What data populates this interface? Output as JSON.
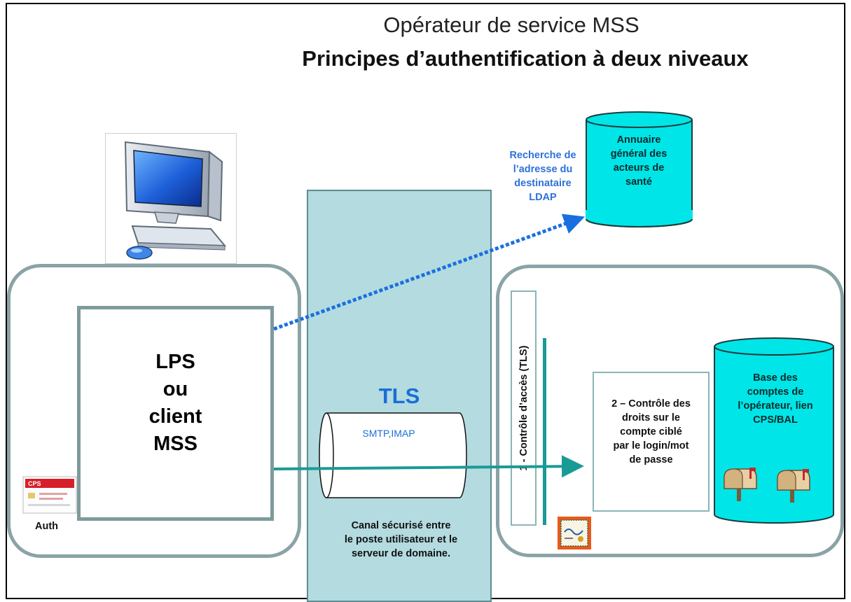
{
  "title": {
    "line1": "Opérateur de service  MSS",
    "line2": "Principes d’authentification à deux niveaux"
  },
  "client": {
    "label_lines": [
      "LPS",
      "ou",
      "client",
      "MSS"
    ],
    "auth_label": "Auth",
    "card_text": "CPS"
  },
  "channel": {
    "title": "TLS",
    "protocols": "SMTP,IMAP",
    "caption_lines": [
      "Canal sécurisé entre",
      "le poste  utilisateur et le",
      "serveur de domaine."
    ]
  },
  "ldap_link": {
    "label_lines": [
      "Recherche de",
      "l’adresse du",
      "destinataire",
      "LDAP"
    ]
  },
  "directory": {
    "label_lines": [
      "Annuaire",
      "général des",
      "acteurs de",
      "santé"
    ]
  },
  "operator": {
    "access_control": "1 - Contrôle d’accès (TLS)",
    "rights_control_lines": [
      "2 – Contrôle des",
      "droits sur le",
      "compte ciblé",
      "par le login/mot",
      "de passe"
    ],
    "accounts_db_lines": [
      "Base des",
      "comptes de",
      "l’opérateur, lien",
      "CPS/BAL"
    ]
  },
  "colors": {
    "group_border": "#8aa3a6",
    "channel_fill": "#b3dbe0",
    "cylinder_fill": "#00e5e8",
    "teal_arrow": "#1a9a96",
    "blue_dotted": "#1a6fe0",
    "tls_text": "#1a6fd6"
  },
  "icons": {
    "computer": "desktop-computer-icon",
    "mailboxes": "mailbox-icon",
    "certificate": "certificate-icon",
    "smart_card": "smart-card-icon"
  }
}
